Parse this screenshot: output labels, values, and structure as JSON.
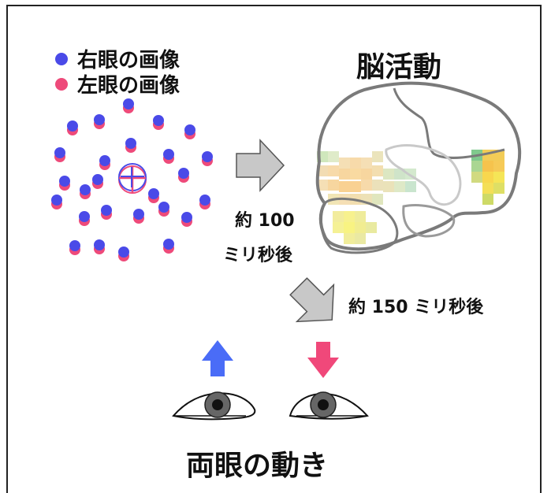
{
  "legend": {
    "right_eye": {
      "label": "右眼の画像",
      "color": "#4a4ae8"
    },
    "left_eye": {
      "label": "左眼の画像",
      "color": "#ee4a7a"
    }
  },
  "brain_title": "脳活動",
  "delay_100": {
    "line1": "約 100",
    "line2": "ミリ秒後"
  },
  "delay_150": "約 150 ミリ秒後",
  "eye_title": "両眼の動き",
  "arrows": {
    "up_color": "#4a6cf7",
    "down_color": "#f0487a",
    "gray": "#c8c8c8"
  }
}
